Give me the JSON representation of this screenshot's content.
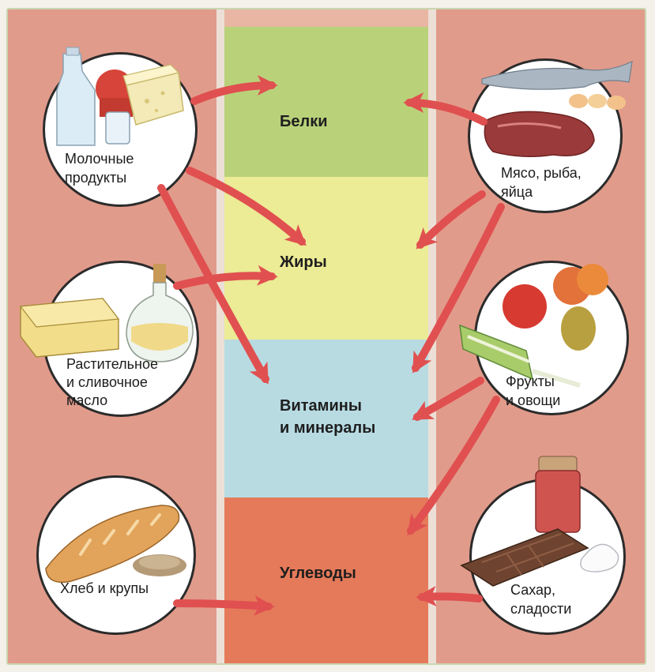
{
  "colors": {
    "outer_background": "#e8b6a2",
    "side_band": "#e19b8b",
    "white_strip": "#ecdfd6",
    "nutrient_fats_bg": "#eceb96",
    "nutrient_proteins_bg": "#b9d27a",
    "nutrient_vitamins_bg": "#b8dbe2",
    "nutrient_carbs_bg": "#e57a5a",
    "arrow": "#e05050",
    "circle_border": "#2b2b2b"
  },
  "nutrients": [
    {
      "key": "proteins",
      "label": "Белки"
    },
    {
      "key": "fats",
      "label": "Жиры"
    },
    {
      "key": "vitamins",
      "label_line1": "Витамины",
      "label_line2": "и минералы"
    },
    {
      "key": "carbs",
      "label": "Углеводы"
    }
  ],
  "foods": [
    {
      "key": "dairy",
      "label_line1": "Молочные",
      "label_line2": "продукты",
      "icon": "milk-bottle-cheese-icon",
      "targets": [
        "proteins",
        "fats",
        "vitamins"
      ]
    },
    {
      "key": "meat",
      "label_line1": "Мясо, рыба,",
      "label_line2": "яйца",
      "icon": "meat-fish-eggs-icon",
      "targets": [
        "proteins",
        "fats",
        "vitamins"
      ]
    },
    {
      "key": "oil",
      "label_line1": "Растительное",
      "label_line2": "и сливочное",
      "label_line3": "масло",
      "icon": "butter-oil-bottle-icon",
      "targets": [
        "fats"
      ]
    },
    {
      "key": "fruits",
      "label_line1": "Фрукты",
      "label_line2": "и овощи",
      "icon": "fruits-vegetables-icon",
      "targets": [
        "vitamins",
        "carbs"
      ]
    },
    {
      "key": "bread",
      "label": "Хлеб и крупы",
      "icon": "bread-grains-icon",
      "targets": [
        "carbs"
      ]
    },
    {
      "key": "sugar",
      "label_line1": "Сахар,",
      "label_line2": "сладости",
      "icon": "sugar-chocolate-jam-icon",
      "targets": [
        "carbs"
      ]
    }
  ]
}
